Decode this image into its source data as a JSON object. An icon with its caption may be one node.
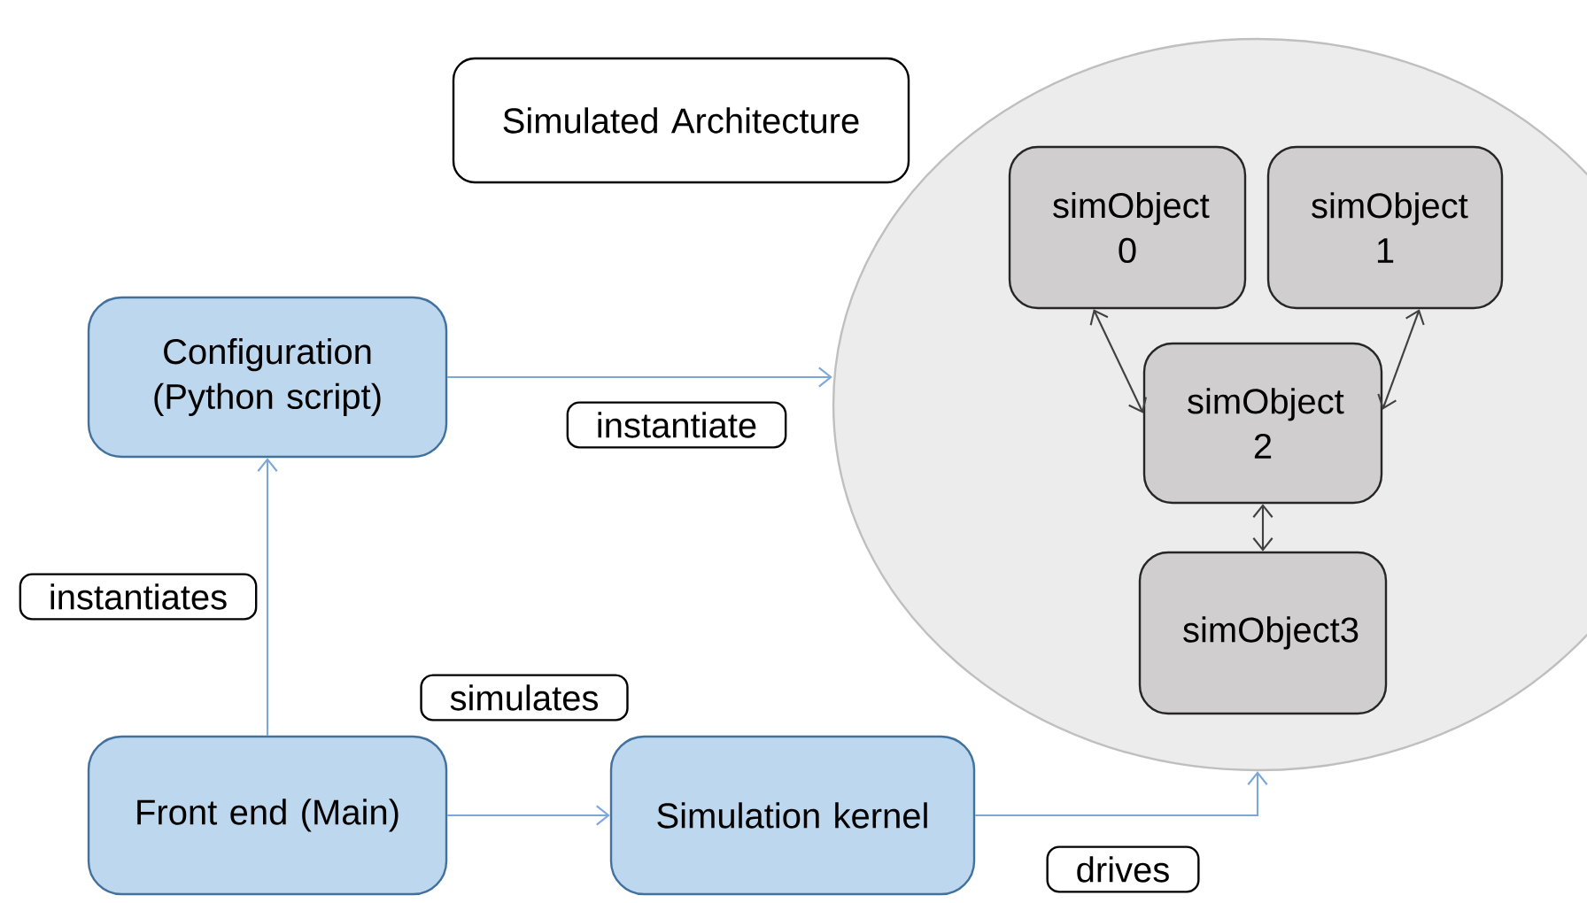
{
  "diagram": {
    "nodes": [
      {
        "text": [
          "Simulated Architecture"
        ]
      },
      {
        "text": [
          "Configuration (Python script)"
        ]
      },
      {
        "text": [],
        "shape": "ellipse"
      },
      {
        "text": [
          "simObject 0"
        ],
        "in": 2
      },
      {
        "text": [
          "simObject 1"
        ],
        "in": 2
      },
      {
        "text": [
          "simObject 2"
        ],
        "in": 2
      },
      {
        "text": [
          "simObject3"
        ],
        "in": 2
      },
      {
        "text": [
          "Front end (Main)"
        ]
      },
      {
        "text": [
          "Simulation kernel"
        ]
      }
    ],
    "edges": [
      {
        "from": 1,
        "to": 2,
        "arrow": "to",
        "label": "instantiate"
      },
      {
        "from": 7,
        "to": 1,
        "arrow": "to",
        "label": "instantiates"
      },
      {
        "from": 7,
        "to": 8,
        "arrow": "to",
        "label": "simulates"
      },
      {
        "from": 8,
        "to": 2,
        "arrow": "to",
        "label": "drives"
      },
      {
        "from": 3,
        "to": 5,
        "arrow": "both",
        "color": "#404040"
      },
      {
        "from": 4,
        "to": 5,
        "arrow": "both",
        "color": "#404040"
      },
      {
        "from": 5,
        "to": 6,
        "arrow": "both",
        "color": "#404040"
      }
    ]
  }
}
